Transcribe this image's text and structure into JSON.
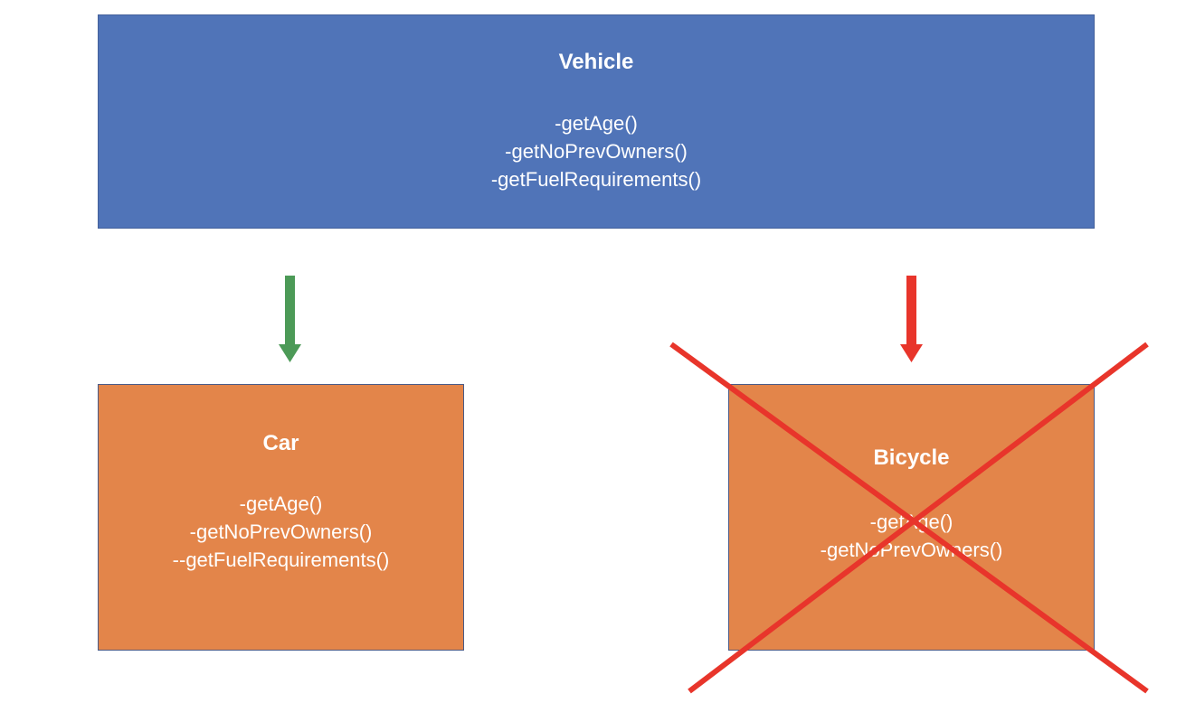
{
  "vehicle": {
    "title": "Vehicle",
    "methods": [
      "-getAge()",
      "-getNoPrevOwners()",
      "-getFuelRequirements()"
    ]
  },
  "car": {
    "title": "Car",
    "methods": [
      "-getAge()",
      "-getNoPrevOwners()",
      "--getFuelRequirements()"
    ]
  },
  "bicycle": {
    "title": "Bicycle",
    "methods": [
      "-getAge()",
      "-getNoPrevOwners()"
    ]
  },
  "colors": {
    "vehicle_box": "#5074b8",
    "subclass_box": "#e3854a",
    "valid_arrow": "#4c9a57",
    "invalid_arrow": "#e8352b",
    "cross": "#e8352b"
  },
  "relations": [
    {
      "from": "Vehicle",
      "to": "Car",
      "status": "valid"
    },
    {
      "from": "Vehicle",
      "to": "Bicycle",
      "status": "invalid"
    }
  ]
}
